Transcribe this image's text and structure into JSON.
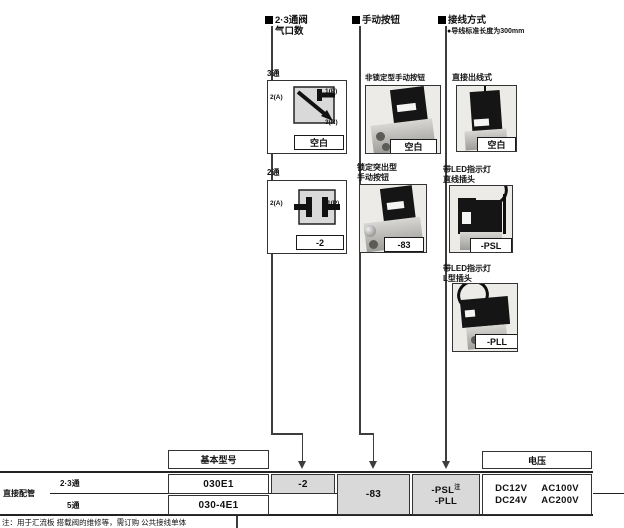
{
  "sections": {
    "valve": {
      "header": "2·3通阀",
      "header2": "气口数",
      "opt1": {
        "label": "3通",
        "port_left": "2(A)",
        "port_rt": "1(P)",
        "port_rb": "3(R)",
        "code": "空白"
      },
      "opt2": {
        "label": "2通",
        "port_left": "2(A)",
        "port_rt": "1(P)",
        "code": "-2"
      }
    },
    "manual": {
      "header": "手动按钮",
      "opt1": {
        "label": "非锁定型手动按钮",
        "code": "空白"
      },
      "opt2": {
        "label1": "锁定突出型",
        "label2": "手动按钮",
        "code": "-83"
      }
    },
    "wiring": {
      "header": "接线方式",
      "note": "●导线标准长度为300mm",
      "opt1": {
        "label": "直接出线式",
        "code": "空白"
      },
      "opt2": {
        "label1": "带LED指示灯",
        "label2": "直线插头",
        "code": "-PSL"
      },
      "opt3": {
        "label1": "带LED指示灯",
        "label2": "L型插头",
        "code": "-PLL"
      }
    }
  },
  "table": {
    "base_header": "基本型号",
    "voltage_header": "电压",
    "group": "直接配管",
    "row1_label": "2·3通",
    "row1_base": "030E1",
    "row2_label": "5通",
    "row2_base": "030-4E1",
    "code_port": "-2",
    "code_button": "-83",
    "code_wiring1": "-PSL",
    "code_wiring1_sup": "注",
    "code_wiring2": "-PLL",
    "v11": "DC12V",
    "v12": "AC100V",
    "v21": "DC24V",
    "v22": "AC200V"
  },
  "footnote": "注：用于汇流板 搭载阀的维修等，需订购 公共接线单体"
}
